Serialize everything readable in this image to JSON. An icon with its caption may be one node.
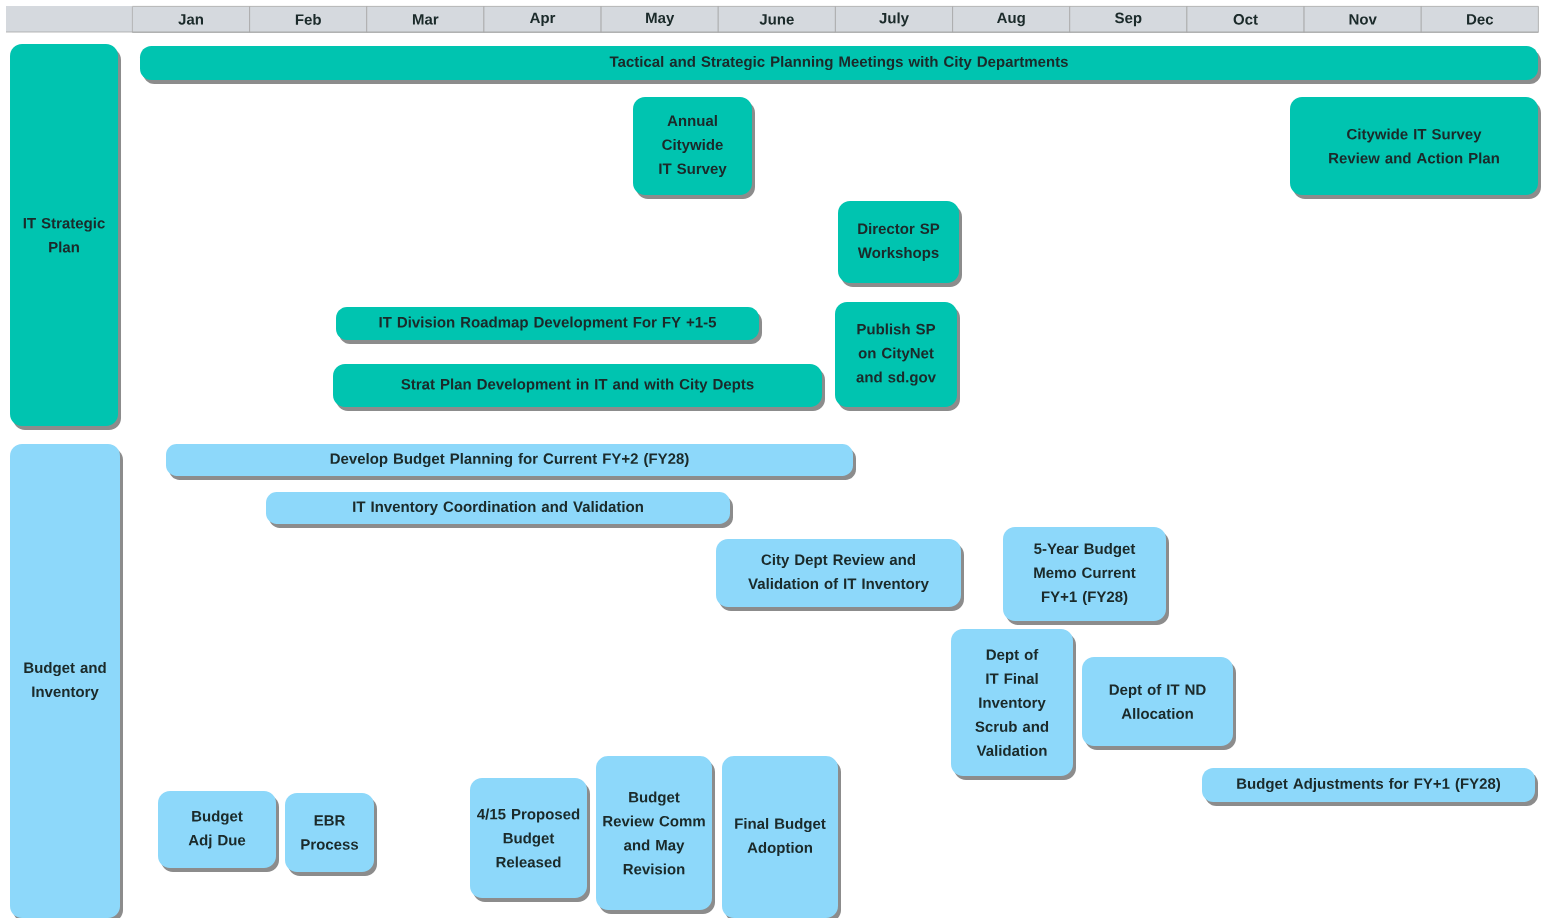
{
  "diagram": {
    "nodes": [
      {
        "text": [
          "IT Strategic Plan"
        ]
      },
      {
        "text": [
          "Tactical and Strategic Planning Meetings with City Departments"
        ]
      },
      {
        "text": [
          "Annual Citywide IT Survey"
        ]
      },
      {
        "text": [
          "Citywide IT Survey Review and Action Plan"
        ]
      },
      {
        "text": [
          "Director SP Workshops"
        ]
      },
      {
        "text": [
          "Publish SP on CityNet and sd.gov"
        ]
      },
      {
        "text": [
          "IT Division Roadmap Development For FY +1-5"
        ]
      },
      {
        "text": [
          "Strat Plan Development in IT and with City Depts"
        ]
      },
      {
        "text": [
          "Budget and Inventory"
        ]
      },
      {
        "text": [
          "Develop Budget Planning for Current FY+2 (FY28)"
        ]
      },
      {
        "text": [
          "IT Inventory Coordination and Validation"
        ]
      },
      {
        "text": [
          "5-Year Budget Memo Current FY+1 (FY28)"
        ]
      },
      {
        "text": [
          "City Dept Review and Validation of IT Inventory"
        ]
      },
      {
        "text": [
          "Dept of IT Final Inventory Scrub and Validation"
        ]
      },
      {
        "text": [
          "Dept of IT ND Allocation"
        ]
      },
      {
        "text": [
          "Budget Adjustments for FY+1 (FY28)"
        ]
      },
      {
        "text": [
          "Budget Review Comm and May Revision"
        ]
      },
      {
        "text": [
          "Final Budget Adoption"
        ]
      },
      {
        "text": [
          "4/15 Proposed Budget Released"
        ]
      },
      {
        "text": [
          "Budget Adj Due"
        ]
      },
      {
        "text": [
          "EBR Process"
        ]
      }
    ],
    "labels": [
      "Jan",
      "Feb",
      "Mar",
      "Apr",
      "May",
      "June",
      "July",
      "Aug",
      "Sep",
      "Oct",
      "Nov",
      "Dec"
    ]
  }
}
